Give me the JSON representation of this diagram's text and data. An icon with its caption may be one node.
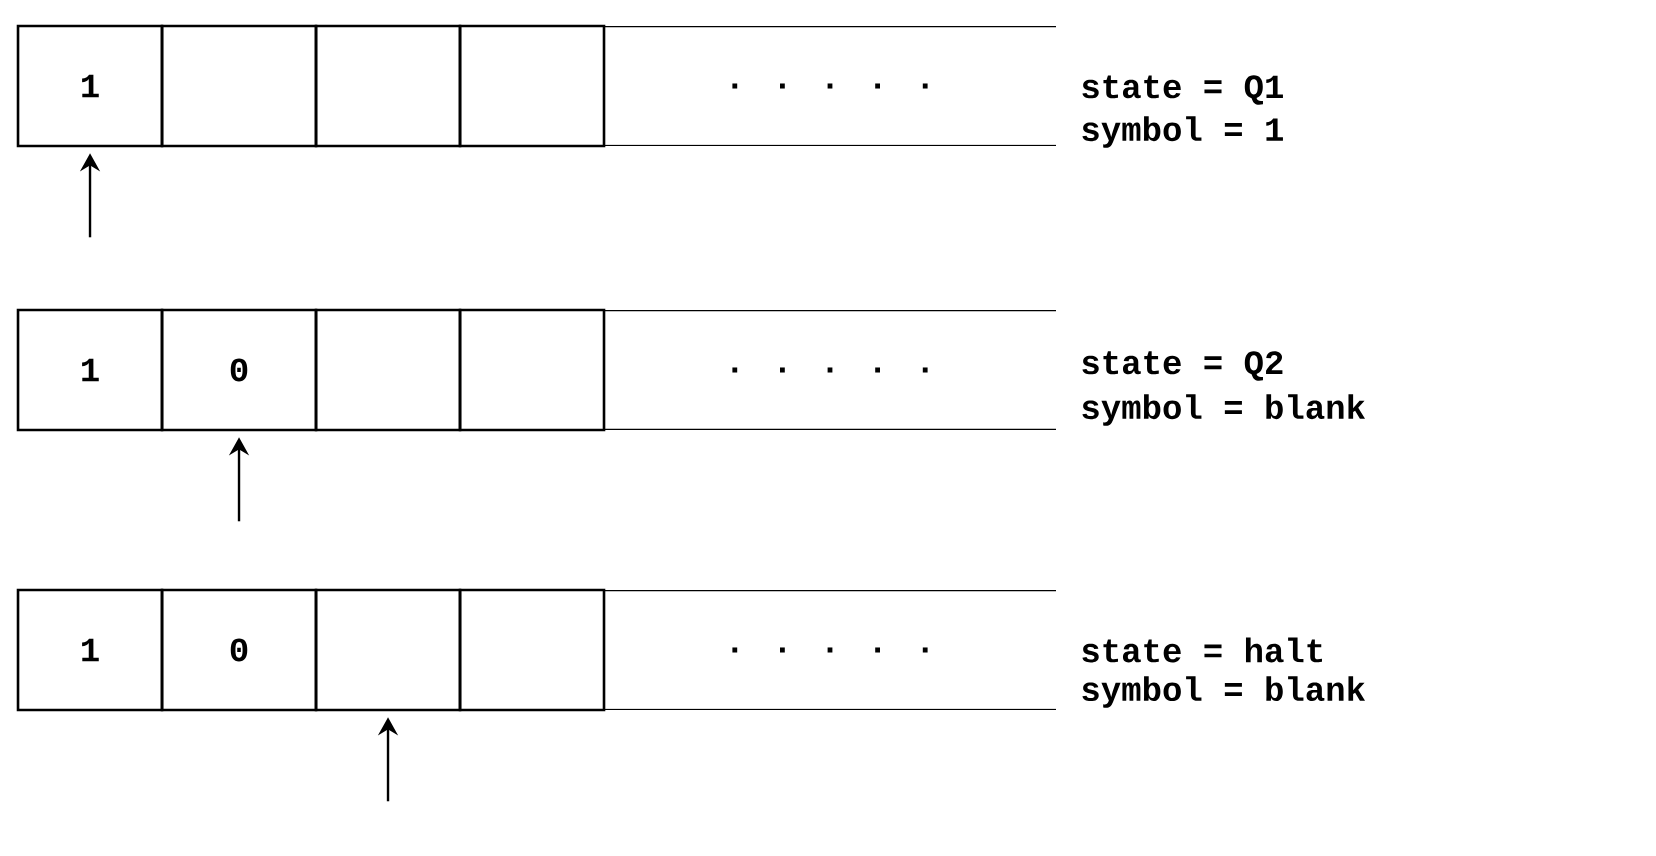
{
  "diagram": {
    "nodes": [
      {
        "text": [
          "1"
        ]
      },
      {
        "text": [],
        "shape": "box"
      },
      {
        "text": [],
        "shape": "box"
      },
      {
        "text": [],
        "shape": "box"
      },
      {
        "text": [
          ". . . . ."
        ]
      },
      {
        "text": [
          "1"
        ]
      },
      {
        "text": [
          "0"
        ]
      },
      {
        "text": [],
        "shape": "box"
      },
      {
        "text": [],
        "shape": "box"
      },
      {
        "text": [
          ". . . . ."
        ]
      },
      {
        "text": [
          "1"
        ]
      },
      {
        "text": [
          "0"
        ]
      },
      {
        "text": [],
        "shape": "box"
      },
      {
        "text": [],
        "shape": "box"
      },
      {
        "text": [
          ". . . . ."
        ]
      }
    ],
    "edges": [
      {
        "from": null,
        "to": 0,
        "arrow": "to"
      },
      {
        "from": null,
        "to": 6,
        "arrow": "to"
      },
      {
        "from": null,
        "to": 12,
        "arrow": "to"
      }
    ],
    "labels": [
      "state = Q1",
      "symbol = 1",
      "state = Q2",
      "symbol = blank",
      "state = halt",
      "symbol = blank"
    ]
  }
}
